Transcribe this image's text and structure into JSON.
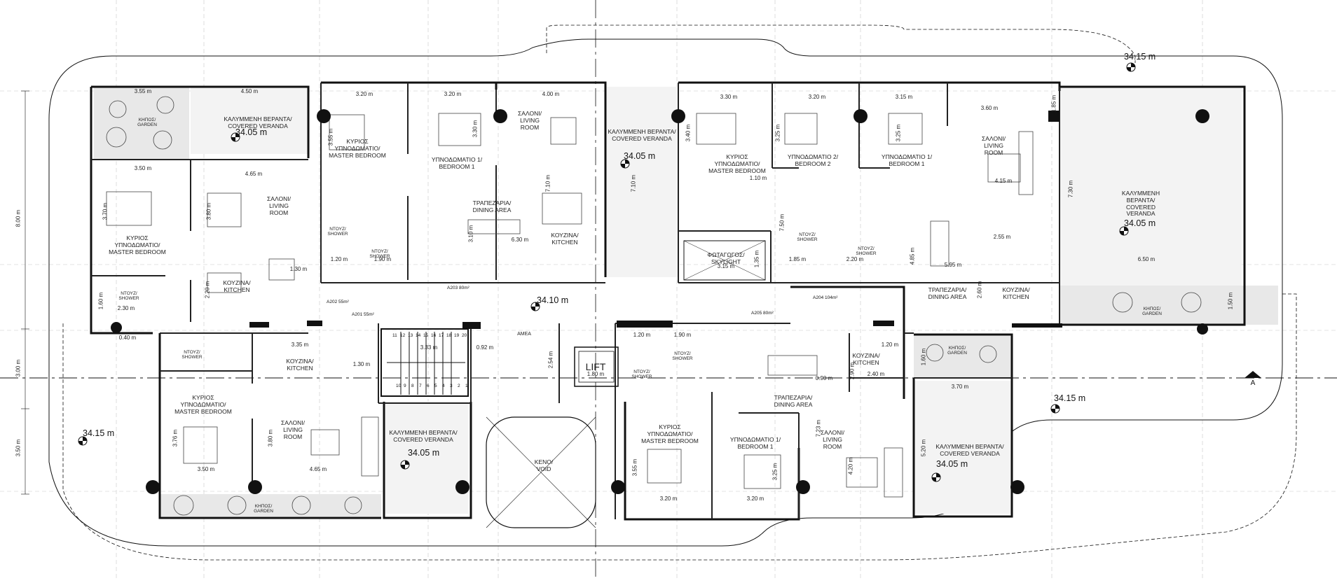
{
  "rooms": {
    "garden_nw": "ΚΗΠΟΣ/\nGARDEN",
    "veranda_nw": "ΚΑΛΥΜΜΕΝΗ ΒΕΡΑΝΤΑ/\nCOVERED VERANDA",
    "master_w": "ΚΥΡΙΟΣ\nΥΠΝΟΔΩΜΑΤΙΟ/\nMASTER BEDROOM",
    "living_a202": "ΣΑΛΟΝΙ/\nLIVING\nROOM",
    "shower_a202": "ΝΤΟΥΖ/\nSHOWER",
    "kitchen_a202": "ΚΟΥΖΙΝΑ/\nKITCHEN",
    "master_a203": "ΚΥΡΙΟΣ\nΥΠΝΟΔΩΜΑΤΙΟ/\nMASTER BEDROOM",
    "bed1_a203": "ΥΠΝΟΔΩΜΑΤΙΟ 1/\nBEDROOM 1",
    "living_a203": "ΣΑΛΟΝΙ/\nLIVING\nROOM",
    "dining_a203": "ΤΡΑΠΕΖΑΡΙΑ/\nDINING AREA",
    "kitchen_a203": "ΚΟΥΖΙΝΑ/\nKITCHEN",
    "shower_a203a": "ΝΤΟΥΖ/\nSHOWER",
    "shower_a203b": "ΝΤΟΥΖ/\nSHOWER",
    "veranda_mid": "ΚΑΛΥΜΜΕΝΗ ΒΕΡΑΝΤΑ/\nCOVERED VERANDA",
    "master_a204": "ΚΥΡΙΟΣ\nΥΠΝΟΔΩΜΑΤΙΟ/\nMASTER BEDROOM",
    "bed2_a204": "ΥΠΝΟΔΩΜΑΤΙΟ 2/\nBEDROOM 2",
    "bed1_a204": "ΥΠΝΟΔΩΜΑΤΙΟ 1/\nBEDROOM 1",
    "skylight": "ΦΩΤΑΓΩΓΟΣ/\nSKYLIGHT",
    "shower_a204a": "ΝΤΟΥΖ/\nSHOWER",
    "shower_a204b": "ΝΤΟΥΖ/\nSHOWER",
    "living_a204": "ΣΑΛΟΝΙ/\nLIVING\nROOM",
    "dining_a204": "ΤΡΑΠΕΖΑΡΙΑ/\nDINING AREA",
    "kitchen_a204": "ΚΟΥΖΙΝΑ/\nKITCHEN",
    "veranda_e": "ΚΑΛΥΜΜΕΝΗ\nΒΕΡΑΝΤΑ/\nCOVERED\nVERANDA",
    "garden_e": "ΚΗΠΟΣ/\nGARDEN",
    "shower_a201": "ΝΤΟΥΖ/\nSHOWER",
    "kitchen_a201": "ΚΟΥΖΙΝΑ/\nKITCHEN",
    "master_a201": "ΚΥΡΙΟΣ\nΥΠΝΟΔΩΜΑΤΙΟ/\nMASTER BEDROOM",
    "living_a201": "ΣΑΛΟΝΙ/\nLIVING\nROOM",
    "garden_s": "ΚΗΠΟΣ/\nGARDEN",
    "veranda_s1": "ΚΑΛΥΜΜΕΝΗ ΒΕΡΑΝΤΑ/\nCOVERED VERANDA",
    "amea": "AMEA",
    "lift": "LIFT",
    "void": "ΚΕΝΟ/\nVOID",
    "shower_a205a": "ΝΤΟΥΖ/\nSHOWER",
    "shower_a205b": "ΝΤΟΥΖ/\nSHOWER",
    "master_a205": "ΚΥΡΙΟΣ\nΥΠΝΟΔΩΜΑΤΙΟ/\nMASTER BEDROOM",
    "bed1_a205": "ΥΠΝΟΔΩΜΑΤΙΟ 1/\nBEDROOM 1",
    "dining_a205": "ΤΡΑΠΕΖΑΡΙΑ/\nDINING AREA",
    "kitchen_a205": "ΚΟΥΖΙΝΑ/\nKITCHEN",
    "living_a205": "ΣΑΛΟΝΙ/\nLIVING\nROOM",
    "garden_se": "ΚΗΠΟΣ/\nGARDEN",
    "veranda_se": "ΚΑΛΥΜΜΕΝΗ ΒΕΡΑΝΤΑ/\nCOVERED VERANDA"
  },
  "units": {
    "a202": "A202 55m²",
    "a203": "A203 80m²",
    "a201": "A201 55m²",
    "a204": "A204 104m²",
    "a205": "A205 80m²"
  },
  "elevations": {
    "ne": "34.15 m",
    "nw_veranda": "34.05 m",
    "mid_veranda": "34.05 m",
    "e_veranda": "34.05 m",
    "corridor": "34.10 m",
    "w": "34.15 m",
    "e": "34.15 m",
    "s_veranda": "34.05 m",
    "se_veranda": "34.05 m"
  },
  "section_marker": "A",
  "dims": {
    "d355a": "3.55 m",
    "d450": "4.50 m",
    "d320a": "3.20 m",
    "d320b": "3.20 m",
    "d400": "4.00 m",
    "d330": "3.30 m",
    "d320c": "3.20 m",
    "d315": "3.15 m",
    "d360": "3.60 m",
    "d350a": "3.50 m",
    "d465a": "4.65 m",
    "d130a": "1.30 m",
    "d230": "2.30 m",
    "d120a": "1.20 m",
    "d190a": "1.90 m",
    "d630": "6.30 m",
    "d110": "1.10 m",
    "d315b": "3.15 m",
    "d185": "1.85 m",
    "d220a": "2.20 m",
    "d415": "4.15 m",
    "d255": "2.55 m",
    "d595": "5.95 m",
    "d650": "6.50 m",
    "d040": "0.40 m",
    "d335": "3.35 m",
    "d130b": "1.30 m",
    "d333": "3.33 m",
    "d092": "0.92 m",
    "d180": "1.80 m",
    "d120b": "1.20 m",
    "d190b": "1.90 m",
    "d350b": "3.50 m",
    "d465b": "4.65 m",
    "d320d": "3.20 m",
    "d320e": "3.20 m",
    "d370": "3.70 m",
    "d120c": "1.20 m",
    "d240": "2.40 m",
    "d120d": "1.20 m",
    "d090": "0.90 m",
    "v800": "8.00 m",
    "v300": "3.00 m",
    "v350": "3.50 m",
    "v370a": "3.70 m",
    "v380a": "3.80 m",
    "v355a": "3.55 m",
    "v330": "3.30 m",
    "v710a": "7.10 m",
    "v710b": "7.10 m",
    "v340": "3.40 m",
    "v325a": "3.25 m",
    "v325b": "3.25 m",
    "v730": "7.30 m",
    "v750": "7.50 m",
    "v485": "4.85 m",
    "v260": "2.60 m",
    "v220": "2.20 m",
    "v160a": "1.60 m",
    "v310": "3.10 m",
    "v135": "1.35 m",
    "v376": "3.76 m",
    "v380b": "3.80 m",
    "v254": "2.54 m",
    "v355b": "3.55 m",
    "v325c": "3.25 m",
    "v723": "7.23 m",
    "v420": "4.20 m",
    "v520": "5.20 m",
    "v290": "2.90 m",
    "v160b": "1.60 m",
    "v150": "1.50 m",
    "v185": "1.85 m"
  },
  "stair_numbers": [
    "1",
    "2",
    "3",
    "4",
    "5",
    "6",
    "7",
    "8",
    "9",
    "10",
    "11",
    "12",
    "13",
    "14",
    "15",
    "16",
    "17",
    "18",
    "19",
    "20"
  ]
}
